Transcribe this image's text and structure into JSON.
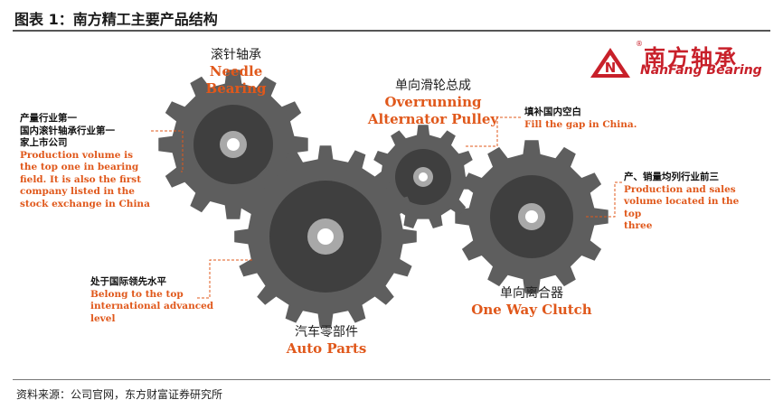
{
  "figure": {
    "title": "图表 1：南方精工主要产品结构",
    "source": "资料来源：公司官网，东方财富证券研究所"
  },
  "logo": {
    "mark_text": "N",
    "name_cn": "南方轴承",
    "name_en": "NanFang Bearing",
    "registered": "®"
  },
  "products": {
    "needle_bearing": {
      "cn": "滚针轴承",
      "en": "Needle Bearing"
    },
    "overrunning_pulley": {
      "cn": "单向滑轮总成",
      "en_line1": "Overrunning",
      "en_line2": "Alternator Pulley"
    },
    "one_way_clutch": {
      "cn": "单向离合器",
      "en": "One Way Clutch"
    },
    "auto_parts": {
      "cn": "汽车零部件",
      "en": "Auto Parts"
    }
  },
  "notes": {
    "needle": {
      "cn": [
        "产量行业第一",
        "国内滚针轴承行业第一",
        "家上市公司"
      ],
      "en": [
        "Production  volume is",
        "the top one in bearing",
        "field. It is also the first",
        "company listed in the",
        "stock exchange in China"
      ]
    },
    "pulley": {
      "cn": [
        "填补国内空白"
      ],
      "en": [
        "Fill  the  gap in China."
      ]
    },
    "clutch": {
      "cn": [
        "产、销量均列行业前三"
      ],
      "en": [
        "Production  and sales",
        "volume located in the top",
        "three"
      ]
    },
    "auto": {
      "cn": [
        "处于国际领先水平"
      ],
      "en": [
        "Belong to the top",
        "international  advanced",
        "level"
      ]
    }
  },
  "colors": {
    "gear_outer": "#5e5e5e",
    "gear_inner": "#3f3f3f",
    "gear_hub": "#a8a8a8",
    "accent": "#e0581b",
    "brand": "#c8202a",
    "leader": "#e0581b"
  }
}
